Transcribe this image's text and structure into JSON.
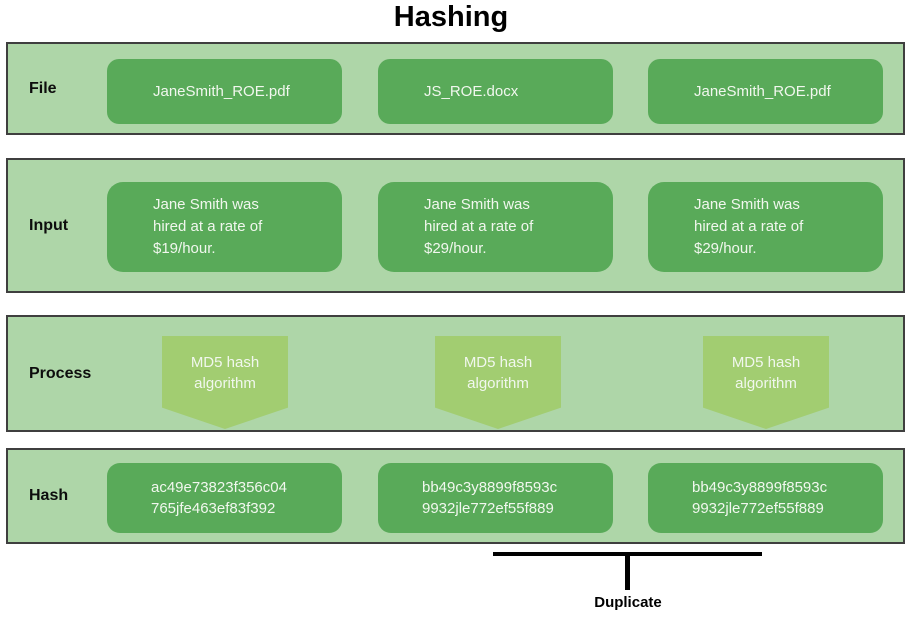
{
  "title": "Hashing",
  "palette": {
    "row_bg": "#aed6a8",
    "row_border": "#3f3f3f",
    "box_green": "#59aa59",
    "process_green": "#a2cd71",
    "box_text": "#f1f7ee",
    "label_text": "#0d0d0d",
    "bracket": "#000000"
  },
  "rows": {
    "file": {
      "label": "File",
      "items": [
        "JaneSmith_ROE.pdf",
        "JS_ROE.docx",
        "JaneSmith_ROE.pdf"
      ]
    },
    "input": {
      "label": "Input",
      "items": [
        [
          "Jane Smith was",
          "hired at a rate of",
          "$19/hour."
        ],
        [
          "Jane Smith was",
          "hired at a rate of",
          "$29/hour."
        ],
        [
          "Jane Smith was",
          "hired at a rate of",
          "$29/hour."
        ]
      ]
    },
    "process": {
      "label": "Process",
      "items": [
        [
          "MD5 hash",
          "algorithm"
        ],
        [
          "MD5 hash",
          "algorithm"
        ],
        [
          "MD5 hash",
          "algorithm"
        ]
      ]
    },
    "hash": {
      "label": "Hash",
      "items": [
        [
          "ac49e73823f356c04",
          "765jfe463ef83f392"
        ],
        [
          "bb49c3y8899f8593c",
          "9932jle772ef55f889"
        ],
        [
          "bb49c3y8899f8593c",
          "9932jle772ef55f889"
        ]
      ]
    }
  },
  "annotation": {
    "duplicate_label": "Duplicate"
  }
}
